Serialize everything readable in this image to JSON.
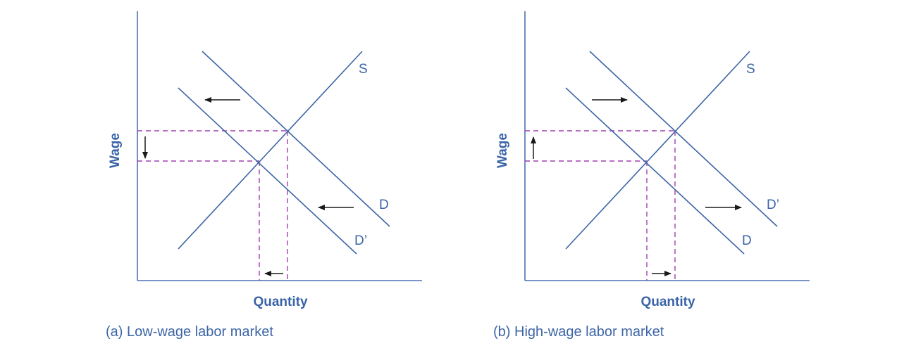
{
  "colors": {
    "curve": "#3d65a6",
    "axis": "#4a72b0",
    "dash": "#a23fb3",
    "arrow": "#1a1a1a",
    "text": "#3a64a8"
  },
  "panels": [
    {
      "id": "a",
      "caption": "(a) Low-wage labor market",
      "x_axis_label": "Quantity",
      "y_axis_label": "Wage",
      "supply_label": "S",
      "upper_demand_label": "D",
      "lower_demand_label": "D’",
      "shift_direction": "left",
      "wage_change": "decrease",
      "quantity_change": "decrease"
    },
    {
      "id": "b",
      "caption": "(b) High-wage labor market",
      "x_axis_label": "Quantity",
      "y_axis_label": "Wage",
      "supply_label": "S",
      "upper_demand_label": "D’",
      "lower_demand_label": "D",
      "shift_direction": "right",
      "wage_change": "increase",
      "quantity_change": "increase"
    }
  ]
}
